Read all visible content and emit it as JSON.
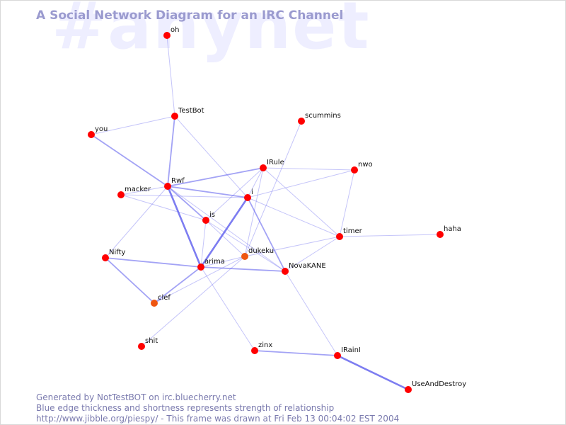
{
  "watermark": "#anynet",
  "title": "A Social Network Diagram for an IRC Channel",
  "colors": {
    "node": "#ff0000",
    "node_recent": "#ee5511",
    "edge": "#6666ee",
    "text": "#7a7aae"
  },
  "nodes": [
    {
      "id": "oh",
      "label": "oh"
    },
    {
      "id": "TestBot",
      "label": "TestBot"
    },
    {
      "id": "you",
      "label": "you"
    },
    {
      "id": "scummins",
      "label": "scummins"
    },
    {
      "id": "IRule",
      "label": "IRule"
    },
    {
      "id": "nwo",
      "label": "nwo"
    },
    {
      "id": "macker",
      "label": "macker"
    },
    {
      "id": "Rwf",
      "label": "Rwf"
    },
    {
      "id": "i",
      "label": "i"
    },
    {
      "id": "is",
      "label": "is"
    },
    {
      "id": "timer",
      "label": "timer"
    },
    {
      "id": "haha",
      "label": "haha"
    },
    {
      "id": "Nifty",
      "label": "Nifty"
    },
    {
      "id": "dukeku",
      "label": "dukeku"
    },
    {
      "id": "arima",
      "label": "arima"
    },
    {
      "id": "NovaKANE",
      "label": "NovaKANE"
    },
    {
      "id": "clef",
      "label": "clef"
    },
    {
      "id": "shit",
      "label": "shit"
    },
    {
      "id": "zinx",
      "label": "zinx"
    },
    {
      "id": "IRainI",
      "label": "IRainI"
    },
    {
      "id": "UseAndDestroy",
      "label": "UseAndDestroy"
    }
  ],
  "edges": [
    {
      "a": "oh",
      "b": "TestBot",
      "strength": 1
    },
    {
      "a": "TestBot",
      "b": "you",
      "strength": 1
    },
    {
      "a": "TestBot",
      "b": "Rwf",
      "strength": 2
    },
    {
      "a": "TestBot",
      "b": "i",
      "strength": 1
    },
    {
      "a": "you",
      "b": "Rwf",
      "strength": 2
    },
    {
      "a": "Rwf",
      "b": "IRule",
      "strength": 2
    },
    {
      "a": "Rwf",
      "b": "i",
      "strength": 2
    },
    {
      "a": "Rwf",
      "b": "is",
      "strength": 2
    },
    {
      "a": "Rwf",
      "b": "arima",
      "strength": 3
    },
    {
      "a": "Rwf",
      "b": "NovaKANE",
      "strength": 1
    },
    {
      "a": "Rwf",
      "b": "Nifty",
      "strength": 1
    },
    {
      "a": "Rwf",
      "b": "macker",
      "strength": 1
    },
    {
      "a": "macker",
      "b": "i",
      "strength": 1
    },
    {
      "a": "macker",
      "b": "is",
      "strength": 1
    },
    {
      "a": "scummins",
      "b": "dukeku",
      "strength": 1
    },
    {
      "a": "IRule",
      "b": "nwo",
      "strength": 1
    },
    {
      "a": "IRule",
      "b": "i",
      "strength": 1
    },
    {
      "a": "IRule",
      "b": "is",
      "strength": 1
    },
    {
      "a": "IRule",
      "b": "dukeku",
      "strength": 1
    },
    {
      "a": "IRule",
      "b": "timer",
      "strength": 1
    },
    {
      "a": "i",
      "b": "nwo",
      "strength": 1
    },
    {
      "a": "i",
      "b": "arima",
      "strength": 3
    },
    {
      "a": "i",
      "b": "NovaKANE",
      "strength": 2
    },
    {
      "a": "i",
      "b": "timer",
      "strength": 1
    },
    {
      "a": "nwo",
      "b": "timer",
      "strength": 1
    },
    {
      "a": "timer",
      "b": "haha",
      "strength": 1
    },
    {
      "a": "timer",
      "b": "dukeku",
      "strength": 1
    },
    {
      "a": "timer",
      "b": "NovaKANE",
      "strength": 1
    },
    {
      "a": "is",
      "b": "arima",
      "strength": 1
    },
    {
      "a": "is",
      "b": "dukeku",
      "strength": 1
    },
    {
      "a": "is",
      "b": "NovaKANE",
      "strength": 1
    },
    {
      "a": "dukeku",
      "b": "arima",
      "strength": 1
    },
    {
      "a": "dukeku",
      "b": "clef",
      "strength": 1
    },
    {
      "a": "dukeku",
      "b": "shit",
      "strength": 1
    },
    {
      "a": "arima",
      "b": "Nifty",
      "strength": 2
    },
    {
      "a": "arima",
      "b": "NovaKANE",
      "strength": 2
    },
    {
      "a": "arima",
      "b": "clef",
      "strength": 2
    },
    {
      "a": "arima",
      "b": "zinx",
      "strength": 1
    },
    {
      "a": "Nifty",
      "b": "clef",
      "strength": 2
    },
    {
      "a": "NovaKANE",
      "b": "IRainI",
      "strength": 1
    },
    {
      "a": "zinx",
      "b": "IRainI",
      "strength": 2
    },
    {
      "a": "IRainI",
      "b": "UseAndDestroy",
      "strength": 3
    }
  ],
  "footer": {
    "line1": "Generated by NotTestBOT on irc.bluecherry.net",
    "line2": "Blue edge thickness and shortness represents strength of relationship",
    "line3": "http://www.jibble.org/piespy/ - This frame was drawn at Fri Feb 13 00:04:02 EST 2004"
  }
}
